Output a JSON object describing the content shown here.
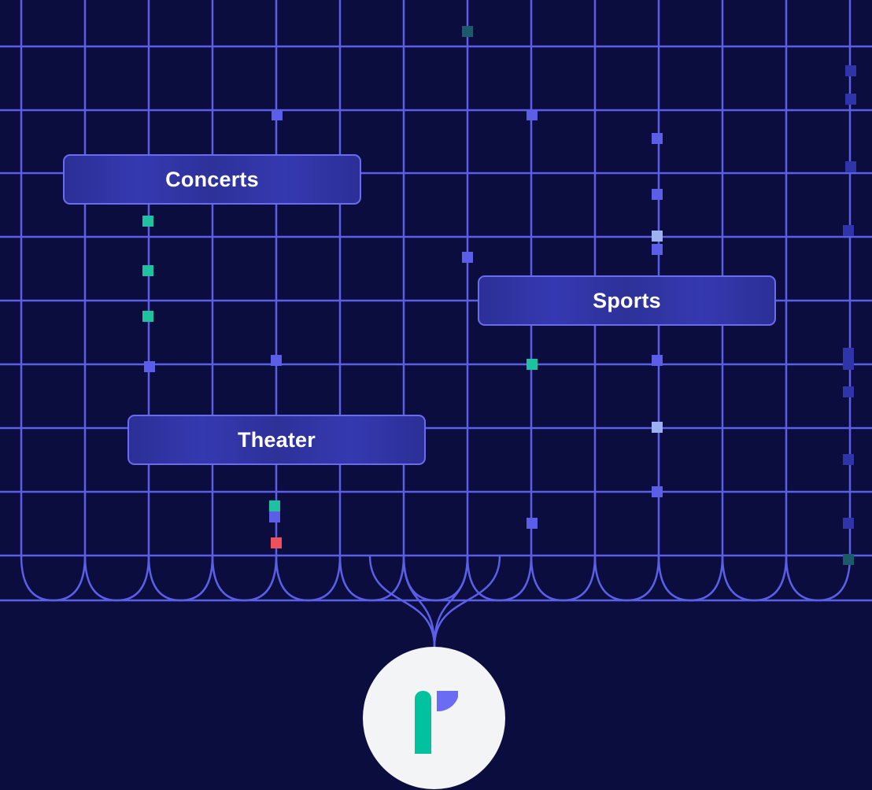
{
  "categories": [
    {
      "id": "concerts",
      "label": "Concerts"
    },
    {
      "id": "sports",
      "label": "Sports"
    },
    {
      "id": "theater",
      "label": "Theater"
    }
  ],
  "colors": {
    "background": "#0a0d3d",
    "grid_line": "#5b5ee6",
    "node_default": "#5b5ee6",
    "node_teal": "#1ec2a0",
    "node_light": "#9db0f2",
    "node_red": "#f0505a",
    "node_dark_teal": "#1a5a6a",
    "node_dim": "#2f35a8",
    "logo_circle": "#f3f4f6",
    "logo_green": "#00c29f",
    "logo_purple": "#6a6cf4"
  },
  "logo": {
    "icon": "brand-logo-icon"
  }
}
